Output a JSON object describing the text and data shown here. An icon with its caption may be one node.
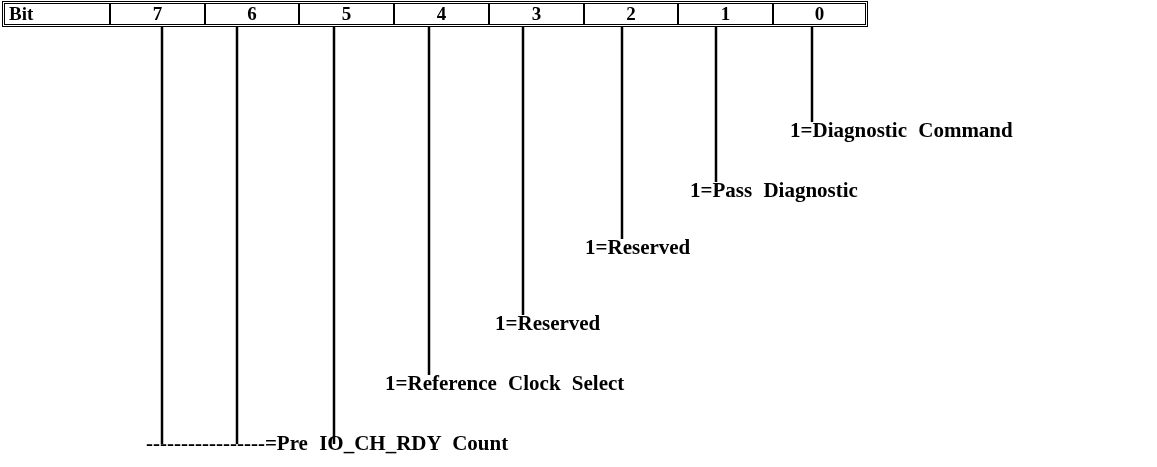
{
  "diagram": {
    "nodes": [
      {
        "text": [
          "Bit"
        ]
      },
      {
        "text": [
          "7"
        ]
      },
      {
        "text": [
          "6"
        ]
      },
      {
        "text": [
          "5"
        ]
      },
      {
        "text": [
          "4"
        ]
      },
      {
        "text": [
          "3"
        ]
      },
      {
        "text": [
          "2"
        ]
      },
      {
        "text": [
          "1"
        ]
      },
      {
        "text": [
          "0"
        ]
      },
      {
        "text": [
          "1=Diagnostic Command"
        ]
      },
      {
        "text": [
          "1=Pass Diagnostic"
        ]
      },
      {
        "text": [
          "1=Reserved"
        ]
      },
      {
        "text": [
          "1=Reserved"
        ]
      },
      {
        "text": [
          "1=Reference Clock Select"
        ]
      },
      {
        "text": [
          "-----------------=Pre IO_CH_RDY Count"
        ]
      }
    ],
    "edges": [
      {
        "from": 9,
        "to": 8,
        "arrow": "none"
      },
      {
        "from": 10,
        "to": 7,
        "arrow": "none"
      },
      {
        "from": 11,
        "to": 6,
        "arrow": "none"
      },
      {
        "from": 12,
        "to": 5,
        "arrow": "none"
      },
      {
        "from": 13,
        "to": 4,
        "arrow": "none"
      },
      {
        "from": 14,
        "to": 3,
        "arrow": "none"
      },
      {
        "from": 14,
        "to": 2,
        "arrow": "none"
      },
      {
        "from": 14,
        "to": 1,
        "arrow": "none"
      }
    ]
  }
}
